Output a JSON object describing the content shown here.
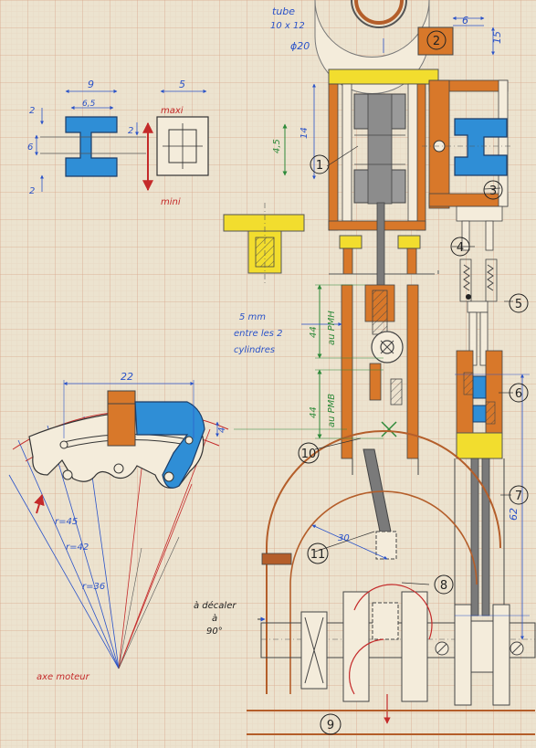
{
  "annotations": {
    "tube_line1": "tube",
    "tube_line2": "10 x 12",
    "tube_dia": "ϕ20",
    "dim_6": "6",
    "dim_15": "15",
    "dim_9": "9",
    "dim_6_5": "6,5",
    "dim_5": "5",
    "dim_2a": "2",
    "dim_6b": "6",
    "dim_2b": "2",
    "dim_2c": "2",
    "maxi": "maxi",
    "mini": "mini",
    "dim_14": "14",
    "dim_4_5": "4,5",
    "gap_line1": "5 mm",
    "gap_line2": "entre les 2",
    "gap_line3": "cylindres",
    "pmh_44": "44",
    "pmh_label": "au PMH",
    "pmb_44": "44",
    "pmb_label": "au PMB",
    "dim_22": "22",
    "dim_4": "4",
    "r45": "r=45",
    "r42": "r=42",
    "r36": "r=36",
    "axe_moteur": "axe moteur",
    "dim_30": "30",
    "decaler_line1": "à décaler",
    "decaler_line2": "à",
    "decaler_line3": "90°",
    "dim_62": "62"
  },
  "part_numbers": [
    "1",
    "2",
    "3",
    "4",
    "5",
    "6",
    "7",
    "8",
    "9",
    "10",
    "11"
  ],
  "colors": {
    "paper": "#ece3cf",
    "grid_fine": "#e3c9b2",
    "grid_major": "#d9a98e",
    "yellow": "#f2dd2e",
    "orange": "#d8782a",
    "blue": "#2f8ed6",
    "grey": "#9a9a9a",
    "brown": "#b45e2a",
    "ink": "#2a2a2a",
    "dim_blue": "#2a52c8",
    "dim_red": "#c42a2a",
    "dim_green": "#2e8a3a"
  }
}
